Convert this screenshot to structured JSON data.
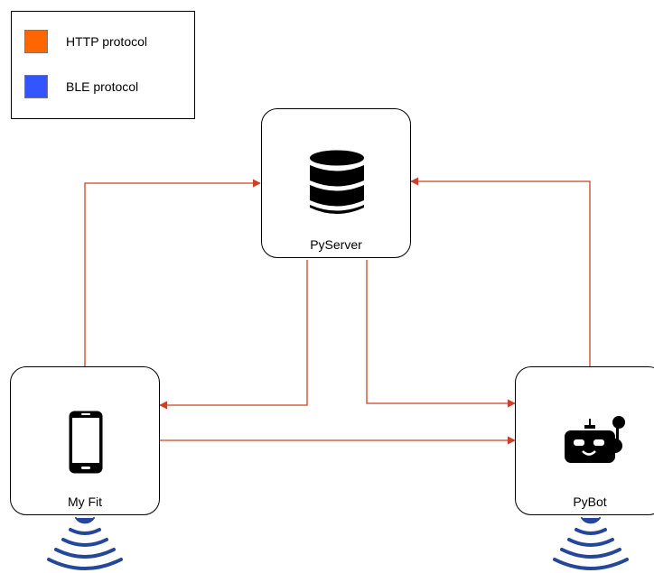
{
  "legend": {
    "items": [
      {
        "label": "HTTP protocol",
        "color": "#ff6600"
      },
      {
        "label": "BLE protocol",
        "color": "#3355ff"
      }
    ]
  },
  "nodes": {
    "server": {
      "label": "PyServer",
      "icon": "database-icon"
    },
    "app": {
      "label": "My Fit",
      "icon": "smartphone-icon"
    },
    "robot": {
      "label": "PyBot",
      "icon": "robot-icon"
    }
  },
  "colors": {
    "connector": "#cc4125",
    "wireless": "#24479a",
    "icon": "#000000",
    "border": "#000000"
  }
}
